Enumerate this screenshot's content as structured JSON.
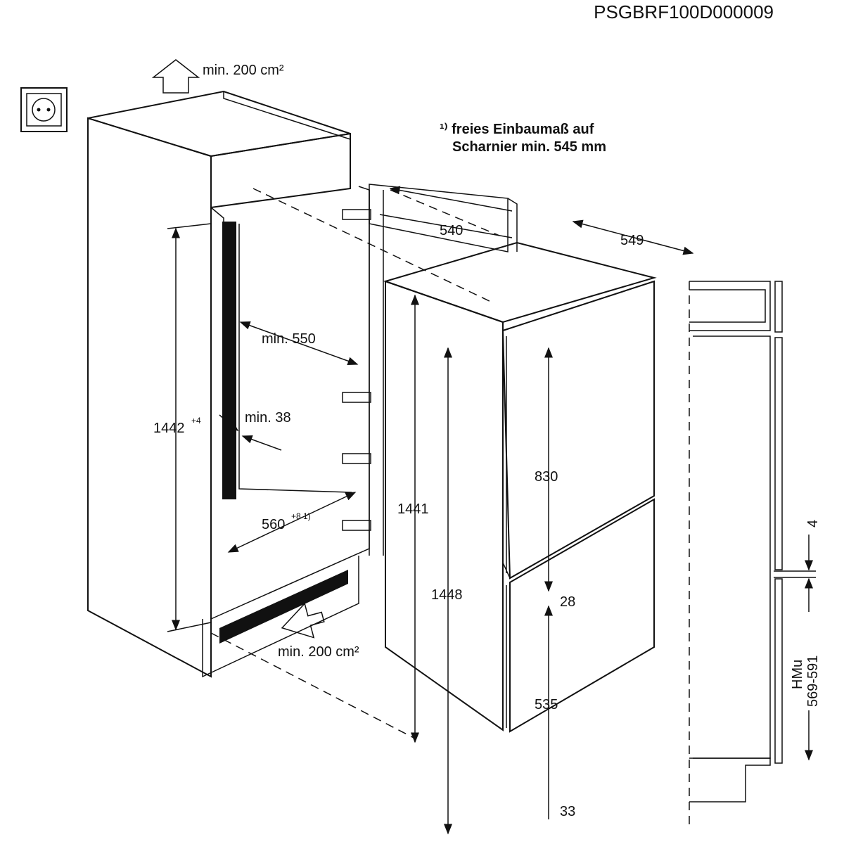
{
  "code": "PSGBRF100D000009",
  "vent_top": "min. 200 cm²",
  "vent_bottom": "min. 200 cm²",
  "footnote": {
    "line1": "¹⁾ freies Einbaumaß auf",
    "line2": "Scharnier min. 545 mm"
  },
  "niche": {
    "height": "1442",
    "height_tol": "+4",
    "depth": "min. 550",
    "gap": "min. 38",
    "width": "560",
    "width_tol": "+8 1)"
  },
  "appliance": {
    "depth_door": "540",
    "width": "549",
    "height_body": "1441",
    "height_total": "1448",
    "upper_door": "830",
    "door_gap": "28",
    "lower_door": "535",
    "bottom": "33"
  },
  "side": {
    "gap": "4",
    "label": "HMu",
    "range": "569-591"
  }
}
